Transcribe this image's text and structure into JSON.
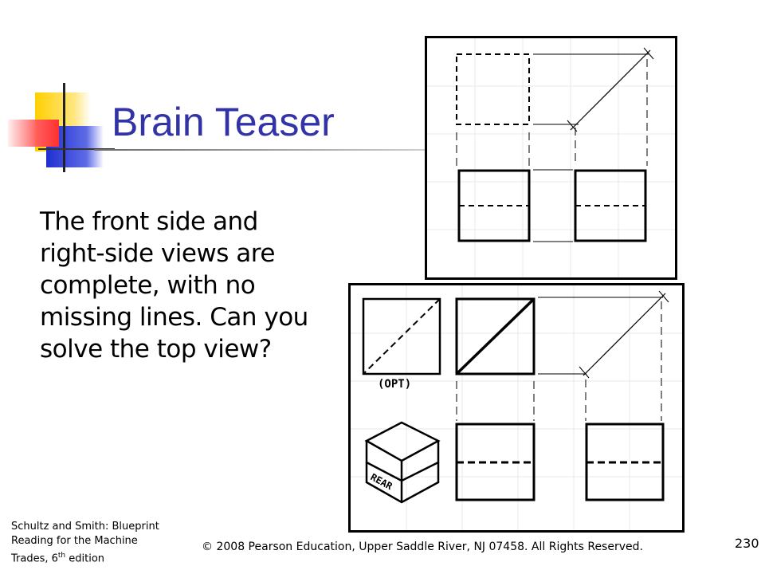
{
  "slide": {
    "title": "Brain Teaser",
    "body": "The front side and right-side views are complete, with no missing lines.  Can you solve the top view?"
  },
  "figure2": {
    "opt_label": "(OPT)",
    "rear_label": "REAR"
  },
  "footer": {
    "citation_line1": "Schultz and Smith: Blueprint",
    "citation_line2": "Reading for the Machine",
    "citation_line3_prefix": "Trades, 6",
    "citation_line3_sup": "th",
    "citation_line3_suffix": " edition",
    "copyright": "© 2008 Pearson Education, Upper Saddle River, NJ 07458. All Rights Reserved.",
    "slide_number": "230"
  }
}
